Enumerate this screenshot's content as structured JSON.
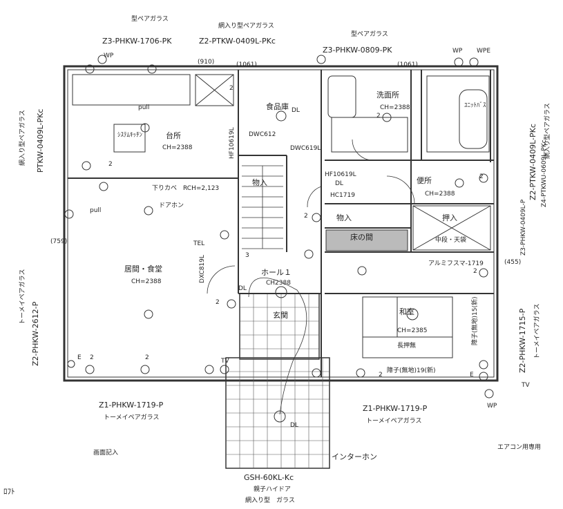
{
  "top": {
    "glass_pair": "型ペアガラス",
    "wire_pair": "網入り型ペアガラス",
    "glass_pair_right": "型ペアガラス",
    "sash_left": "Z3-PHKW-1706-PK",
    "sash_mid": "Z2-PTKW-0409L-PKc",
    "sash_right": "Z3-PHKW-0809-PK"
  },
  "rooms": {
    "kitchen": "台所",
    "kitchen_ch": "CH=2388",
    "pantry": "食品庫",
    "washroom": "洗面所",
    "washroom_ch": "CH=2388",
    "toilet": "便所",
    "toilet_ch": "CH=2388",
    "living": "居間・食堂",
    "living_ch": "CH=2388",
    "hall": "ホール１",
    "hall_ch": "CH2388",
    "entry": "玄関",
    "washitsu": "和室",
    "washitsu_ch": "CH=2385",
    "storage": "物入",
    "closet": "押入",
    "closet_sub": "中段・天袋",
    "stair_store": "物入",
    "shoe": "床の間",
    "wainscot": "長押無"
  },
  "labels": {
    "wp": "WP",
    "wpe": "WPE",
    "dl": "DL",
    "e": "E",
    "tel": "TEL",
    "tv": "TV",
    "pull": "pull",
    "two": "2",
    "num3": "3",
    "dimension_910": "(910)",
    "dimension_1061": "(1061)",
    "dimension_1061b": "(1061)",
    "dimension_759": "(759)",
    "dimension_455": "(455)",
    "kitchen_door": "DWC612",
    "pantry_door": "DWC619L",
    "hall_door": "HF10619L",
    "hall_door2": "HC1719",
    "left_door": "HF10619L",
    "living_door": "DXC819L",
    "slat_door": "アルミフスマ-1719",
    "washitsu_rail": "障子(無地)19(新)",
    "washitsu_rail2": "障子(無地)15(新)",
    "flat_ceiling": "下りカベ　RCH=2,123",
    "door_note": "ドアホン",
    "kitchen_unit": "ｼｽﾃﾑｷｯﾁﾝ",
    "bath_unit": "ﾕﾆｯﾄﾊﾞｽ",
    "ac": "エアコン用専用",
    "intercom": "インターホン",
    "handwritten": "画面記入",
    "bottom_code": "GSH-60KL-Kc",
    "bottom_note1": "親子ハイドア",
    "bottom_note2": "網入り型　ガラス",
    "frac": "ﾛﾌﾄ"
  },
  "sides": {
    "left_top": "PTKW-0409L-PKc",
    "left_top2": "網入り型ペアガラス",
    "left_bottom": "Z2-PHKW-2612-P",
    "left_bottom2": "トーメイペアガラス",
    "right_top": "Z2-PTKW-0409L-PKc",
    "right_top2": "網入り型ペアガラス",
    "right_top3": "Z4-PTKWU-0609L-PKc",
    "right_mid": "Z3-PHKW-0409L-P",
    "right_bottom": "Z2-PHKW-1715-P",
    "right_bottom2": "トーメイペアガラス"
  },
  "bottom": {
    "sash_left": "Z1-PHKW-1719-P",
    "sash_left2": "トーメイペアガラス",
    "sash_right": "Z1-PHKW-1719-P",
    "sash_right2": "トーメイペアガラス"
  }
}
